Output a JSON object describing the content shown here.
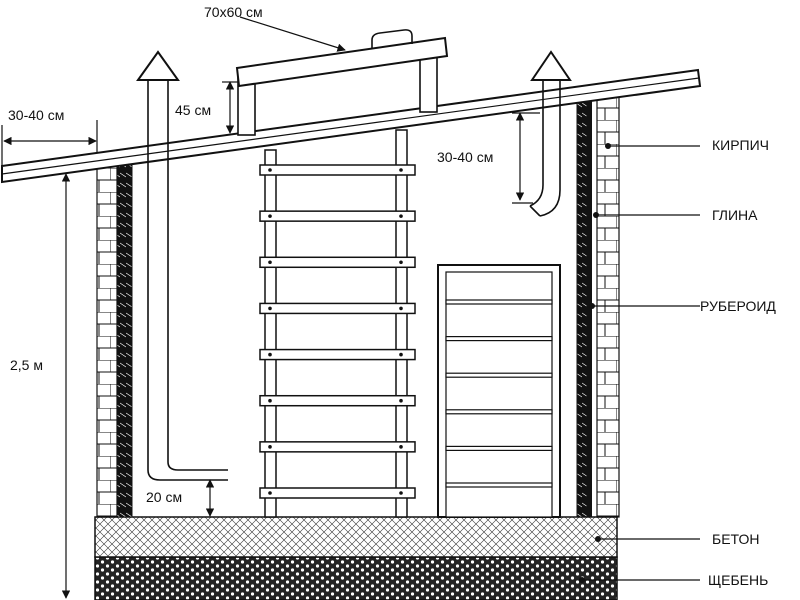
{
  "labels": {
    "hatch_size": "70х60 см",
    "roof_overhang": "30-40 см",
    "hatch_height": "45 см",
    "exhaust_drop": "30-40 см",
    "total_height": "2,5 м",
    "floor_gap": "20 см",
    "brick": "КИРПИЧ",
    "clay": "ГЛИНА",
    "roofing_felt": "РУБЕРОИД",
    "concrete": "БЕТОН",
    "gravel": "ЩЕБЕНЬ"
  },
  "colors": {
    "ink": "#111111",
    "background": "#ffffff"
  },
  "ladder": {
    "rungs": 8
  },
  "shelf": {
    "boards": 6
  }
}
